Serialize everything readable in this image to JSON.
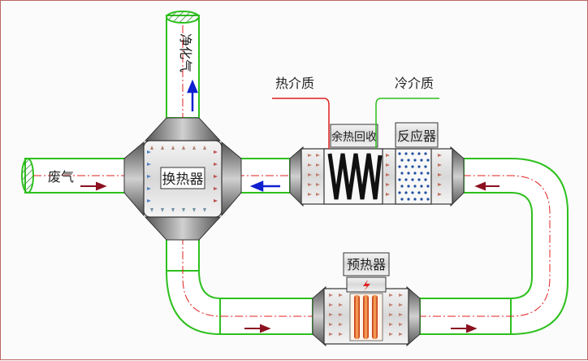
{
  "labels": {
    "clean_gas": "净化气",
    "waste_gas": "废气",
    "heat_exchanger": "换热器",
    "hot_medium": "热介质",
    "cold_medium": "冷介质",
    "heat_recovery": "余热回收",
    "reactor": "反应器",
    "preheater": "预热器"
  },
  "colors": {
    "pipe_outline": "#2ec01e",
    "hot_line": "#e02020",
    "cold_line": "#2ec01e",
    "flow_arrow": "#8b1020",
    "clean_arrow": "#1020d0",
    "heater_coil": "#f07020"
  }
}
